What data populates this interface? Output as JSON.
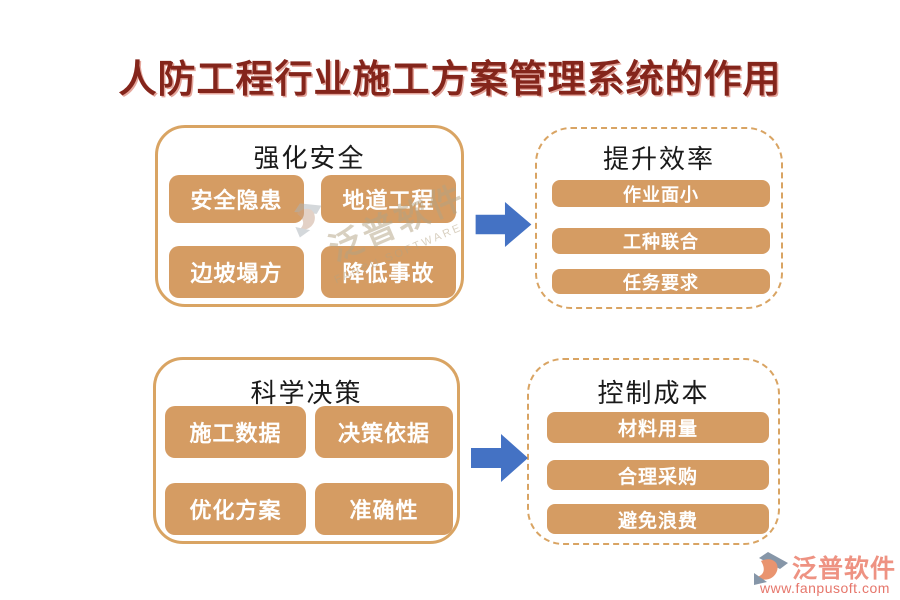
{
  "title": {
    "text": "人防工程行业施工方案管理系统的作用"
  },
  "groups": [
    {
      "name": "strengthen-safety",
      "header": "强化安全",
      "border_style": "solid",
      "items": [
        "安全隐患",
        "地道工程",
        "边坡塌方",
        "降低事故"
      ]
    },
    {
      "name": "improve-efficiency",
      "header": "提升效率",
      "border_style": "dashed",
      "items": [
        "作业面小",
        "工种联合",
        "任务要求"
      ]
    },
    {
      "name": "scientific-decision",
      "header": "科学决策",
      "border_style": "solid",
      "items": [
        "施工数据",
        "决策依据",
        "优化方案",
        "准确性"
      ]
    },
    {
      "name": "cost-control",
      "header": "控制成本",
      "border_style": "dashed",
      "items": [
        "材料用量",
        "合理采购",
        "避免浪费"
      ]
    }
  ],
  "watermark": {
    "brand_cn": "泛普软件",
    "brand_en": "FANPU SOFTWARE"
  },
  "footer": {
    "brand": "泛普软件",
    "url": "www.fanpusoft.com"
  },
  "icons": {
    "arrow": "right-block-arrow",
    "logo": "fanpu-emblem"
  },
  "colors": {
    "button_fill": "#D59C63",
    "box_border": "#D9A463",
    "arrow": "#4472C4",
    "title_text": "#84251B",
    "footer_brand": "#EE9282",
    "footer_url": "#E6766B",
    "logo_gray": "#8696A8",
    "logo_salmon": "#E9946F"
  }
}
